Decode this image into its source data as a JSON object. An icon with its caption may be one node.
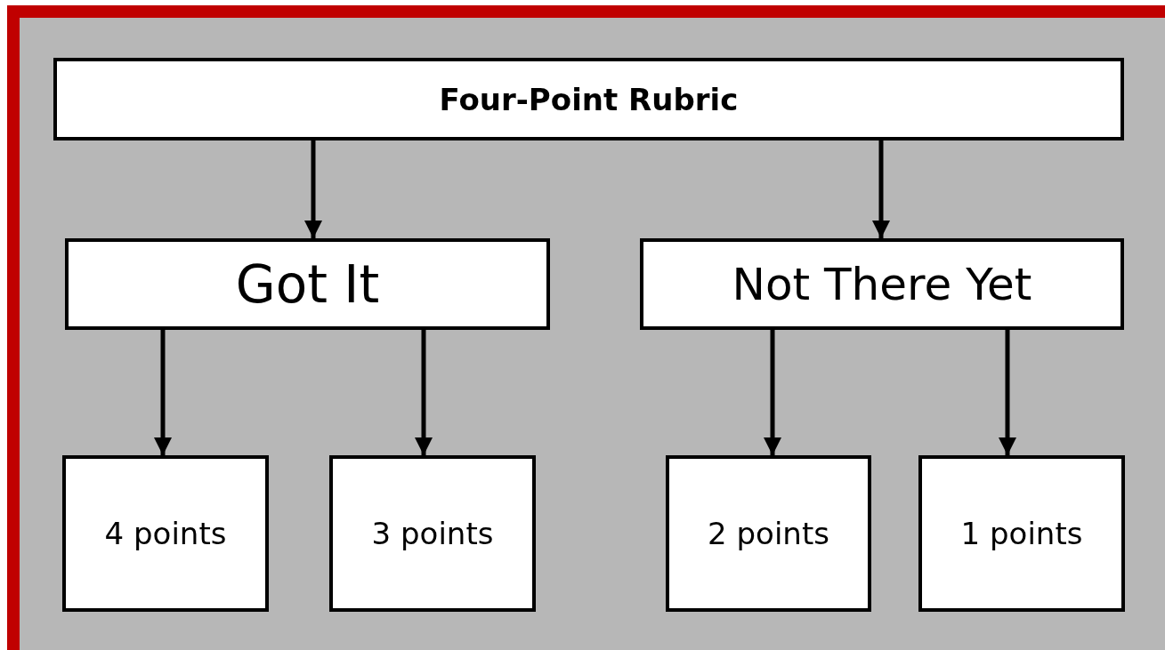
{
  "diagram": {
    "nodes": [
      {
        "text": [
          "Four-Point Rubric"
        ]
      },
      {
        "text": [
          "Got It"
        ]
      },
      {
        "text": [
          "Not There Yet"
        ]
      },
      {
        "text": [
          "4 points"
        ]
      },
      {
        "text": [
          "3 points"
        ]
      },
      {
        "text": [
          "2 points"
        ]
      },
      {
        "text": [
          "1 points"
        ]
      }
    ],
    "edges": [
      {
        "from": 0,
        "to": 1,
        "arrow": "to"
      },
      {
        "from": 0,
        "to": 2,
        "arrow": "to"
      },
      {
        "from": 1,
        "to": 3,
        "arrow": "to"
      },
      {
        "from": 1,
        "to": 4,
        "arrow": "to"
      },
      {
        "from": 2,
        "to": 5,
        "arrow": "to"
      },
      {
        "from": 2,
        "to": 6,
        "arrow": "to"
      }
    ]
  }
}
